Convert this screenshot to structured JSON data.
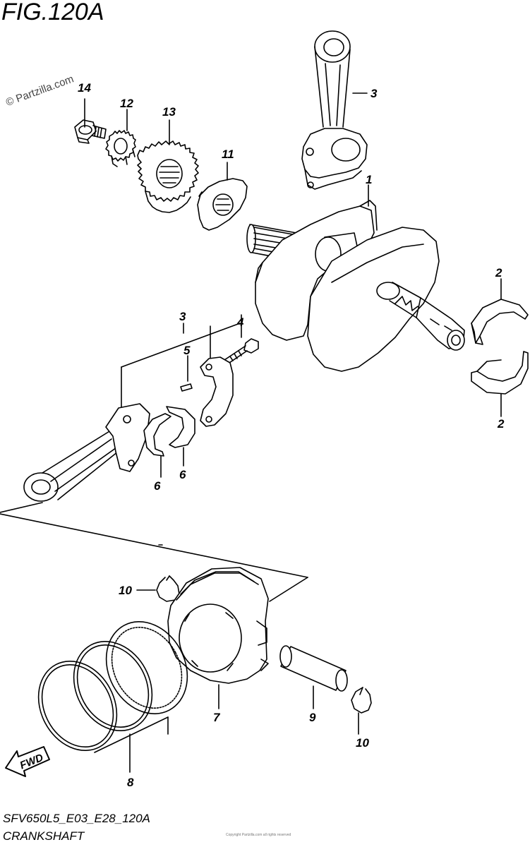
{
  "figure": {
    "title": "FIG.120A",
    "watermark": "© Partzilla.com",
    "code": "SFV650L5_E03_E28_120A",
    "name": "CRANKSHAFT",
    "note": "Copyright Partzilla.com all rights reserved"
  },
  "fwd_label": "FWD",
  "callouts": [
    {
      "id": "c14",
      "label": "14"
    },
    {
      "id": "c12",
      "label": "12"
    },
    {
      "id": "c13",
      "label": "13"
    },
    {
      "id": "c11",
      "label": "11"
    },
    {
      "id": "c3a",
      "label": "3"
    },
    {
      "id": "c1",
      "label": "1"
    },
    {
      "id": "c2a",
      "label": "2"
    },
    {
      "id": "c2b",
      "label": "2"
    },
    {
      "id": "c3b",
      "label": "3"
    },
    {
      "id": "c5",
      "label": "5"
    },
    {
      "id": "c4",
      "label": "4"
    },
    {
      "id": "c6a",
      "label": "6"
    },
    {
      "id": "c6b",
      "label": "6"
    },
    {
      "id": "c10a",
      "label": "10"
    },
    {
      "id": "c7",
      "label": "7"
    },
    {
      "id": "c9",
      "label": "9"
    },
    {
      "id": "c10b",
      "label": "10"
    },
    {
      "id": "c8",
      "label": "8"
    }
  ]
}
